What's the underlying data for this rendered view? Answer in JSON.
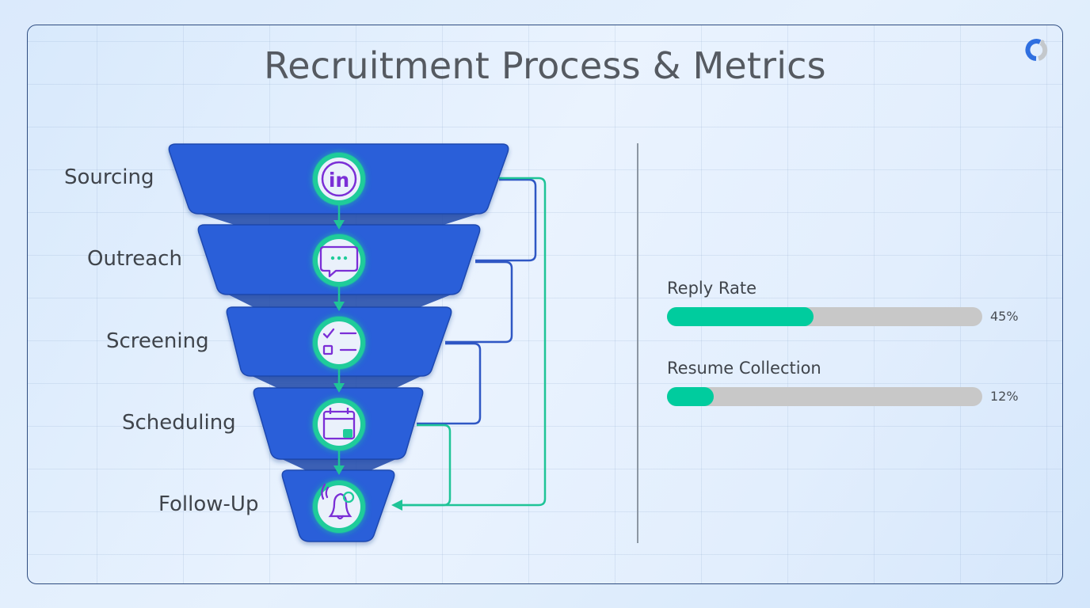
{
  "title": "Recruitment Process & Metrics",
  "logo": {
    "icon": "refresh-sync-logo-icon",
    "colors": [
      "#2f6fe0",
      "#c4c8cc"
    ]
  },
  "funnel": {
    "fill_color": "#2b5fd9",
    "ring_color": "#1fcc9a",
    "icon_color": "#7b2fd6",
    "stages": [
      {
        "label": "Sourcing",
        "icon": "linkedin-icon"
      },
      {
        "label": "Outreach",
        "icon": "chat-bubble-icon"
      },
      {
        "label": "Screening",
        "icon": "checklist-icon"
      },
      {
        "label": "Scheduling",
        "icon": "calendar-icon"
      },
      {
        "label": "Follow-Up",
        "icon": "bell-notification-icon"
      }
    ],
    "connectors": {
      "blue_color": "#2f57c4",
      "green_color": "#1fc497",
      "description": "Stepped connector lines from the right of each stage feeding into Follow-Up"
    }
  },
  "metrics": {
    "items": [
      {
        "label": "Reply Rate",
        "value": 45,
        "display": "45%"
      },
      {
        "label": "Resume Collection",
        "value": 12,
        "display": "12%"
      }
    ],
    "fill_color": "#00cc9e",
    "track_color": "#c8c8c8"
  }
}
